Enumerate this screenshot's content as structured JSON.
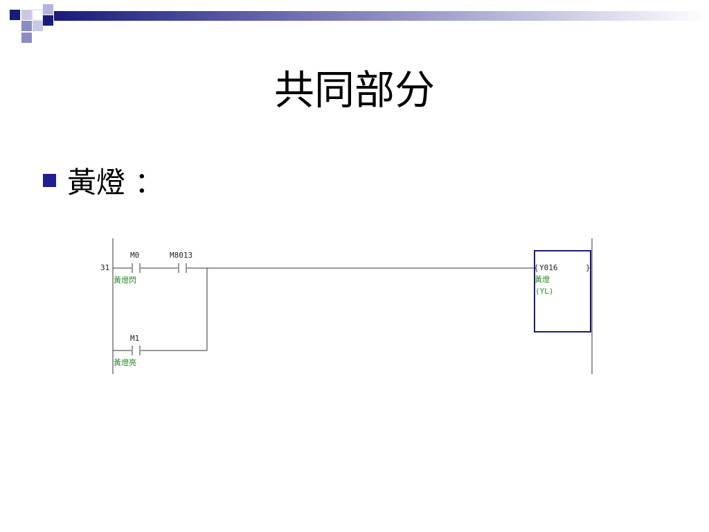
{
  "slide": {
    "title": "共同部分",
    "bullet": "黃燈 ："
  },
  "ladder": {
    "step_number": "31",
    "contacts": [
      {
        "device": "M0",
        "comment": "黃燈閃"
      },
      {
        "device": "M8013",
        "comment": ""
      },
      {
        "device": "M1",
        "comment": "黃燈亮"
      }
    ],
    "coil": {
      "device": "Y016",
      "comment": "黃燈",
      "alias": "(YL)"
    }
  },
  "colors": {
    "bullet": "#1f1f8f",
    "header_dark": "#1a1a7a",
    "coil_border": "#1a1a7a",
    "comment_text": "#2a8a2a"
  }
}
